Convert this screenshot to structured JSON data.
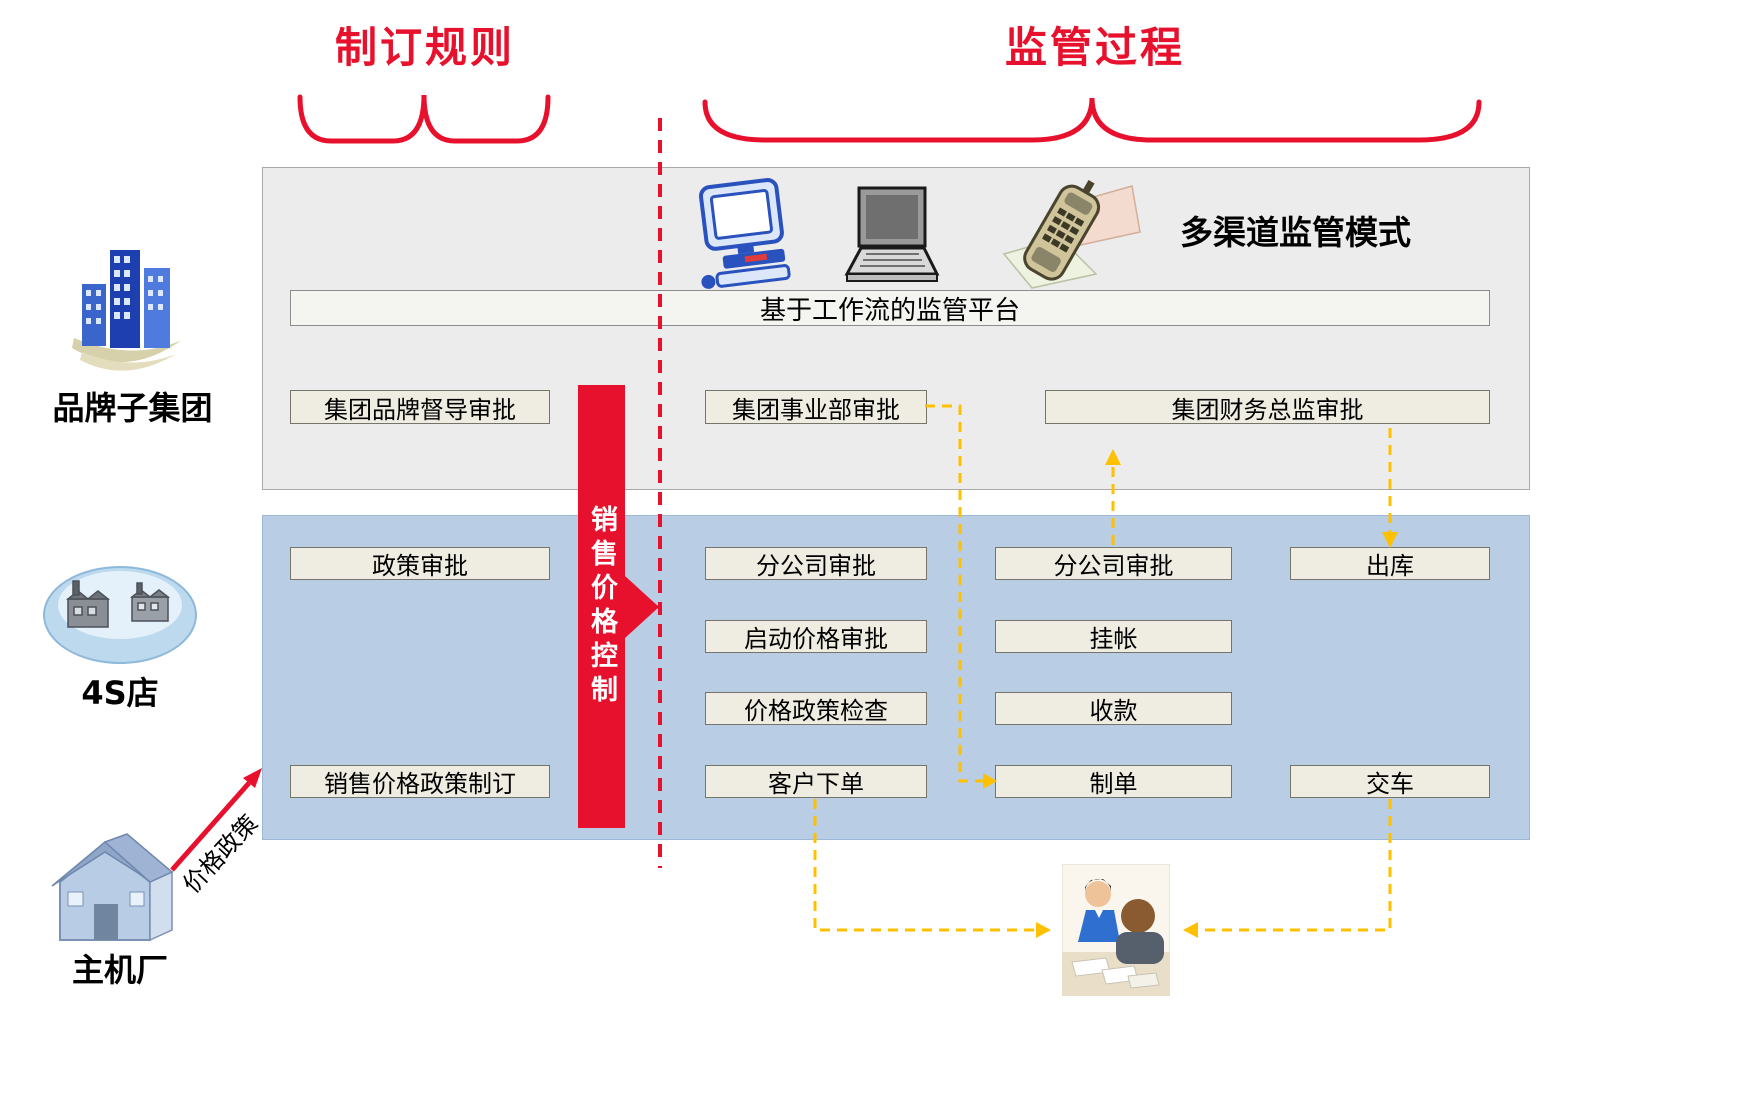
{
  "header": {
    "left_title": "制订规则",
    "right_title": "监管过程"
  },
  "entities": {
    "brand_group": "品牌子集团",
    "dealer": "4S店",
    "oem": "主机厂"
  },
  "top_panel": {
    "mode_title": "多渠道监管模式",
    "platform_bar": "基于工作流的监管平台",
    "brand_approval": "集团品牌督导审批",
    "division_approval": "集团事业部审批",
    "finance_approval": "集团财务总监审批"
  },
  "price_control_banner": "销售价格控制",
  "bottom_panel": {
    "policy_col": [
      "政策审批",
      "销售价格政策制订"
    ],
    "order_col": [
      "分公司审批",
      "启动价格审批",
      "价格政策检查",
      "客户下单"
    ],
    "billing_col": [
      "分公司审批",
      "挂帐",
      "收款",
      "制单"
    ],
    "delivery_col": [
      "出库",
      "交车"
    ]
  },
  "labels": {
    "price_policy_arrow": "价格政策"
  },
  "icons": {
    "computer": "computer-icon",
    "laptop": "laptop-icon",
    "phone": "phone-icon",
    "buildings": "buildings-icon",
    "dealer": "dealer-plant-icon",
    "house": "house-icon",
    "meeting": "meeting-people-icon"
  },
  "colors": {
    "accent_red": "#e8112d",
    "connector_yellow": "#ffc000",
    "panel_gray": "#ececec",
    "panel_blue": "#b9cde4",
    "box_beige": "#efede2"
  }
}
